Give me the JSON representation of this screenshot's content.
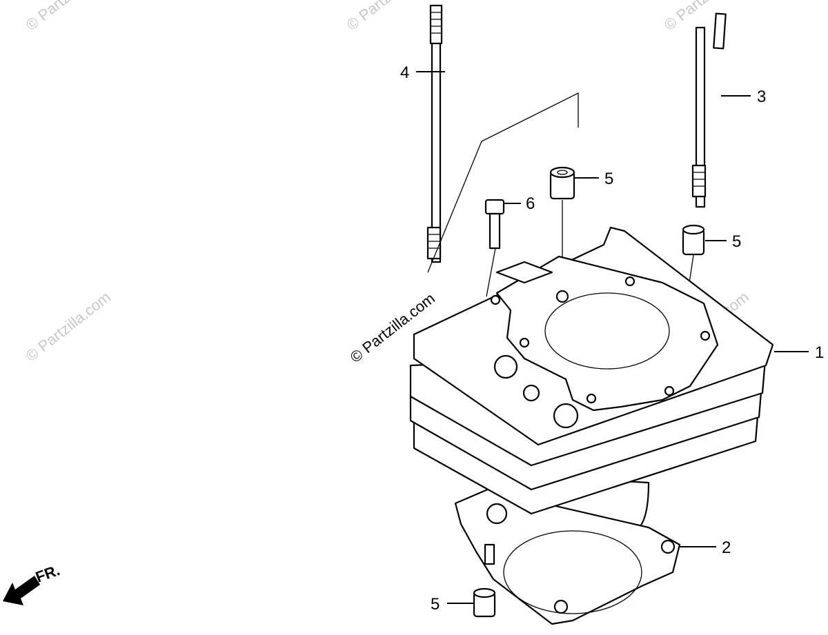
{
  "callouts": {
    "c1": "1",
    "c2": "2",
    "c3": "3",
    "c4": "4",
    "c5a": "5",
    "c5b": "5",
    "c5c": "5",
    "c6": "6"
  },
  "watermark": {
    "center": "© Partzilla.com",
    "faint": "© Partzilla.com"
  },
  "direction": {
    "label": "FR."
  }
}
